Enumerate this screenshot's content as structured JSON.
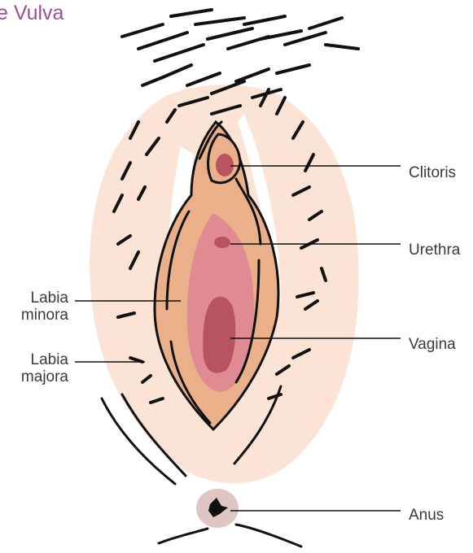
{
  "title": "e Vulva",
  "labels": {
    "clitoris": "Clitoris",
    "urethra": "Urethra",
    "vagina": "Vagina",
    "anus": "Anus",
    "labia_minora": [
      "Labia",
      "minora"
    ],
    "labia_majora": [
      "Labia",
      "majora"
    ]
  },
  "colors": {
    "title": "#9b4f96",
    "outer_skin": "#fbe3d6",
    "labia_minora_fill": "#eab08a",
    "inner_pink": "#e08a92",
    "vagina_fill": "#b75461",
    "clitoris_fill": "#b95563",
    "anus_fill": "#ddc6c3",
    "hair": "#111111"
  }
}
